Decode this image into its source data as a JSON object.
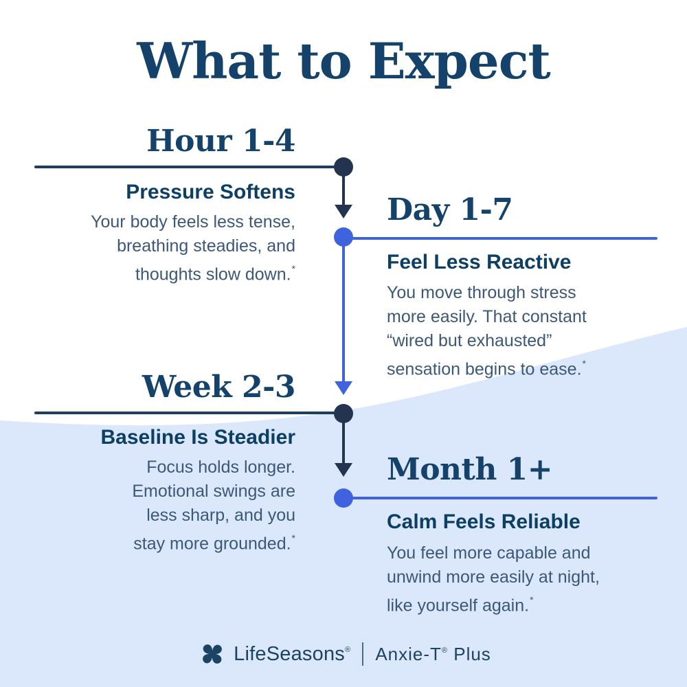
{
  "title": "What to Expect",
  "colors": {
    "serif_navy": "#14426a",
    "heading_navy": "#0c3f63",
    "body_slate": "#3c5878",
    "dark_node": "#223450",
    "dark_line": "#1c3f61",
    "accent_blue": "#3f63de",
    "wave_fill": "#dbe7fa",
    "footer_navy": "#1c4264",
    "background": "#ffffff"
  },
  "timeline": {
    "phases": [
      {
        "label": "Hour 1-4",
        "heading": "Pressure Softens",
        "body_lines": [
          "Your body feels less tense,",
          "breathing steadies, and",
          "thoughts slow down."
        ],
        "footnote_marker": "*",
        "side": "left",
        "node_color": "dark-navy"
      },
      {
        "label": "Day 1-7",
        "heading": "Feel Less Reactive",
        "body_lines": [
          "You move through stress",
          "more easily. That constant",
          "“wired but exhausted”",
          "sensation begins to ease."
        ],
        "footnote_marker": "*",
        "side": "right",
        "node_color": "blue"
      },
      {
        "label": "Week 2-3",
        "heading": "Baseline Is Steadier",
        "body_lines": [
          "Focus holds longer.",
          "Emotional swings are",
          "less sharp, and you",
          "stay more grounded."
        ],
        "footnote_marker": "*",
        "side": "left",
        "node_color": "dark-navy"
      },
      {
        "label": "Month 1+",
        "heading": "Calm Feels Reliable",
        "body_lines": [
          "You feel more capable and",
          "unwind more easily at night,",
          "like yourself again."
        ],
        "footnote_marker": "*",
        "side": "right",
        "node_color": "blue"
      }
    ]
  },
  "footer": {
    "brand": "LifeSeasons",
    "brand_trademark": "®",
    "divider": "|",
    "product": "Anxie-T",
    "product_trademark": "®",
    "product_suffix": " Plus",
    "logo_icon": "pinwheel-icon"
  }
}
